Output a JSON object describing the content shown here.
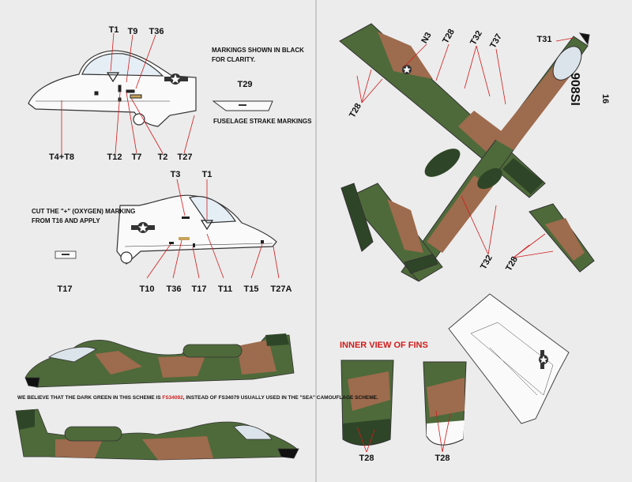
{
  "notes": {
    "markings_black_1": "MARKINGS SHOWN IN BLACK",
    "markings_black_2": "FOR CLARITY.",
    "strake": "FUSELAGE STRAKE MARKINGS",
    "cut_1": "CUT THE \"+\" (OXYGEN) MARKING",
    "cut_2": "FROM T16 AND APPLY",
    "inner_fins": "INNER VIEW OF FINS",
    "believe_pre": "WE BELIEVE THAT THE DARK GREEN IN THIS SCHEME IS ",
    "believe_red": "FS34092",
    "believe_post": ", INSTEAD OF FS34079 USUALLY USED IN THE \"SEA\" CAMOUFLAGE SCHEME."
  },
  "serial": "908SI",
  "callouts": {
    "top_left": [
      "T1",
      "T9",
      "T36",
      "T4+T8",
      "T12",
      "T7",
      "T2",
      "T27"
    ],
    "strake": "T29",
    "right_side": [
      "T3",
      "T1",
      "T10",
      "T36",
      "T17",
      "T11",
      "T15",
      "T27A"
    ],
    "oxygen": "T17",
    "plan_view": [
      "N3",
      "T28",
      "T32",
      "T37",
      "T31",
      "16",
      "T28",
      "T32",
      "T28"
    ],
    "fins": [
      "T28",
      "T28"
    ]
  },
  "colors": {
    "paper": "#ececec",
    "camo_green": "#4e6a3a",
    "camo_dark": "#2f4527",
    "camo_tan": "#9d6b4d",
    "outline": "#333333",
    "accent_red": "#d21a1a"
  },
  "icons": [
    "star-insignia-icon",
    "triangle-marking-icon"
  ]
}
